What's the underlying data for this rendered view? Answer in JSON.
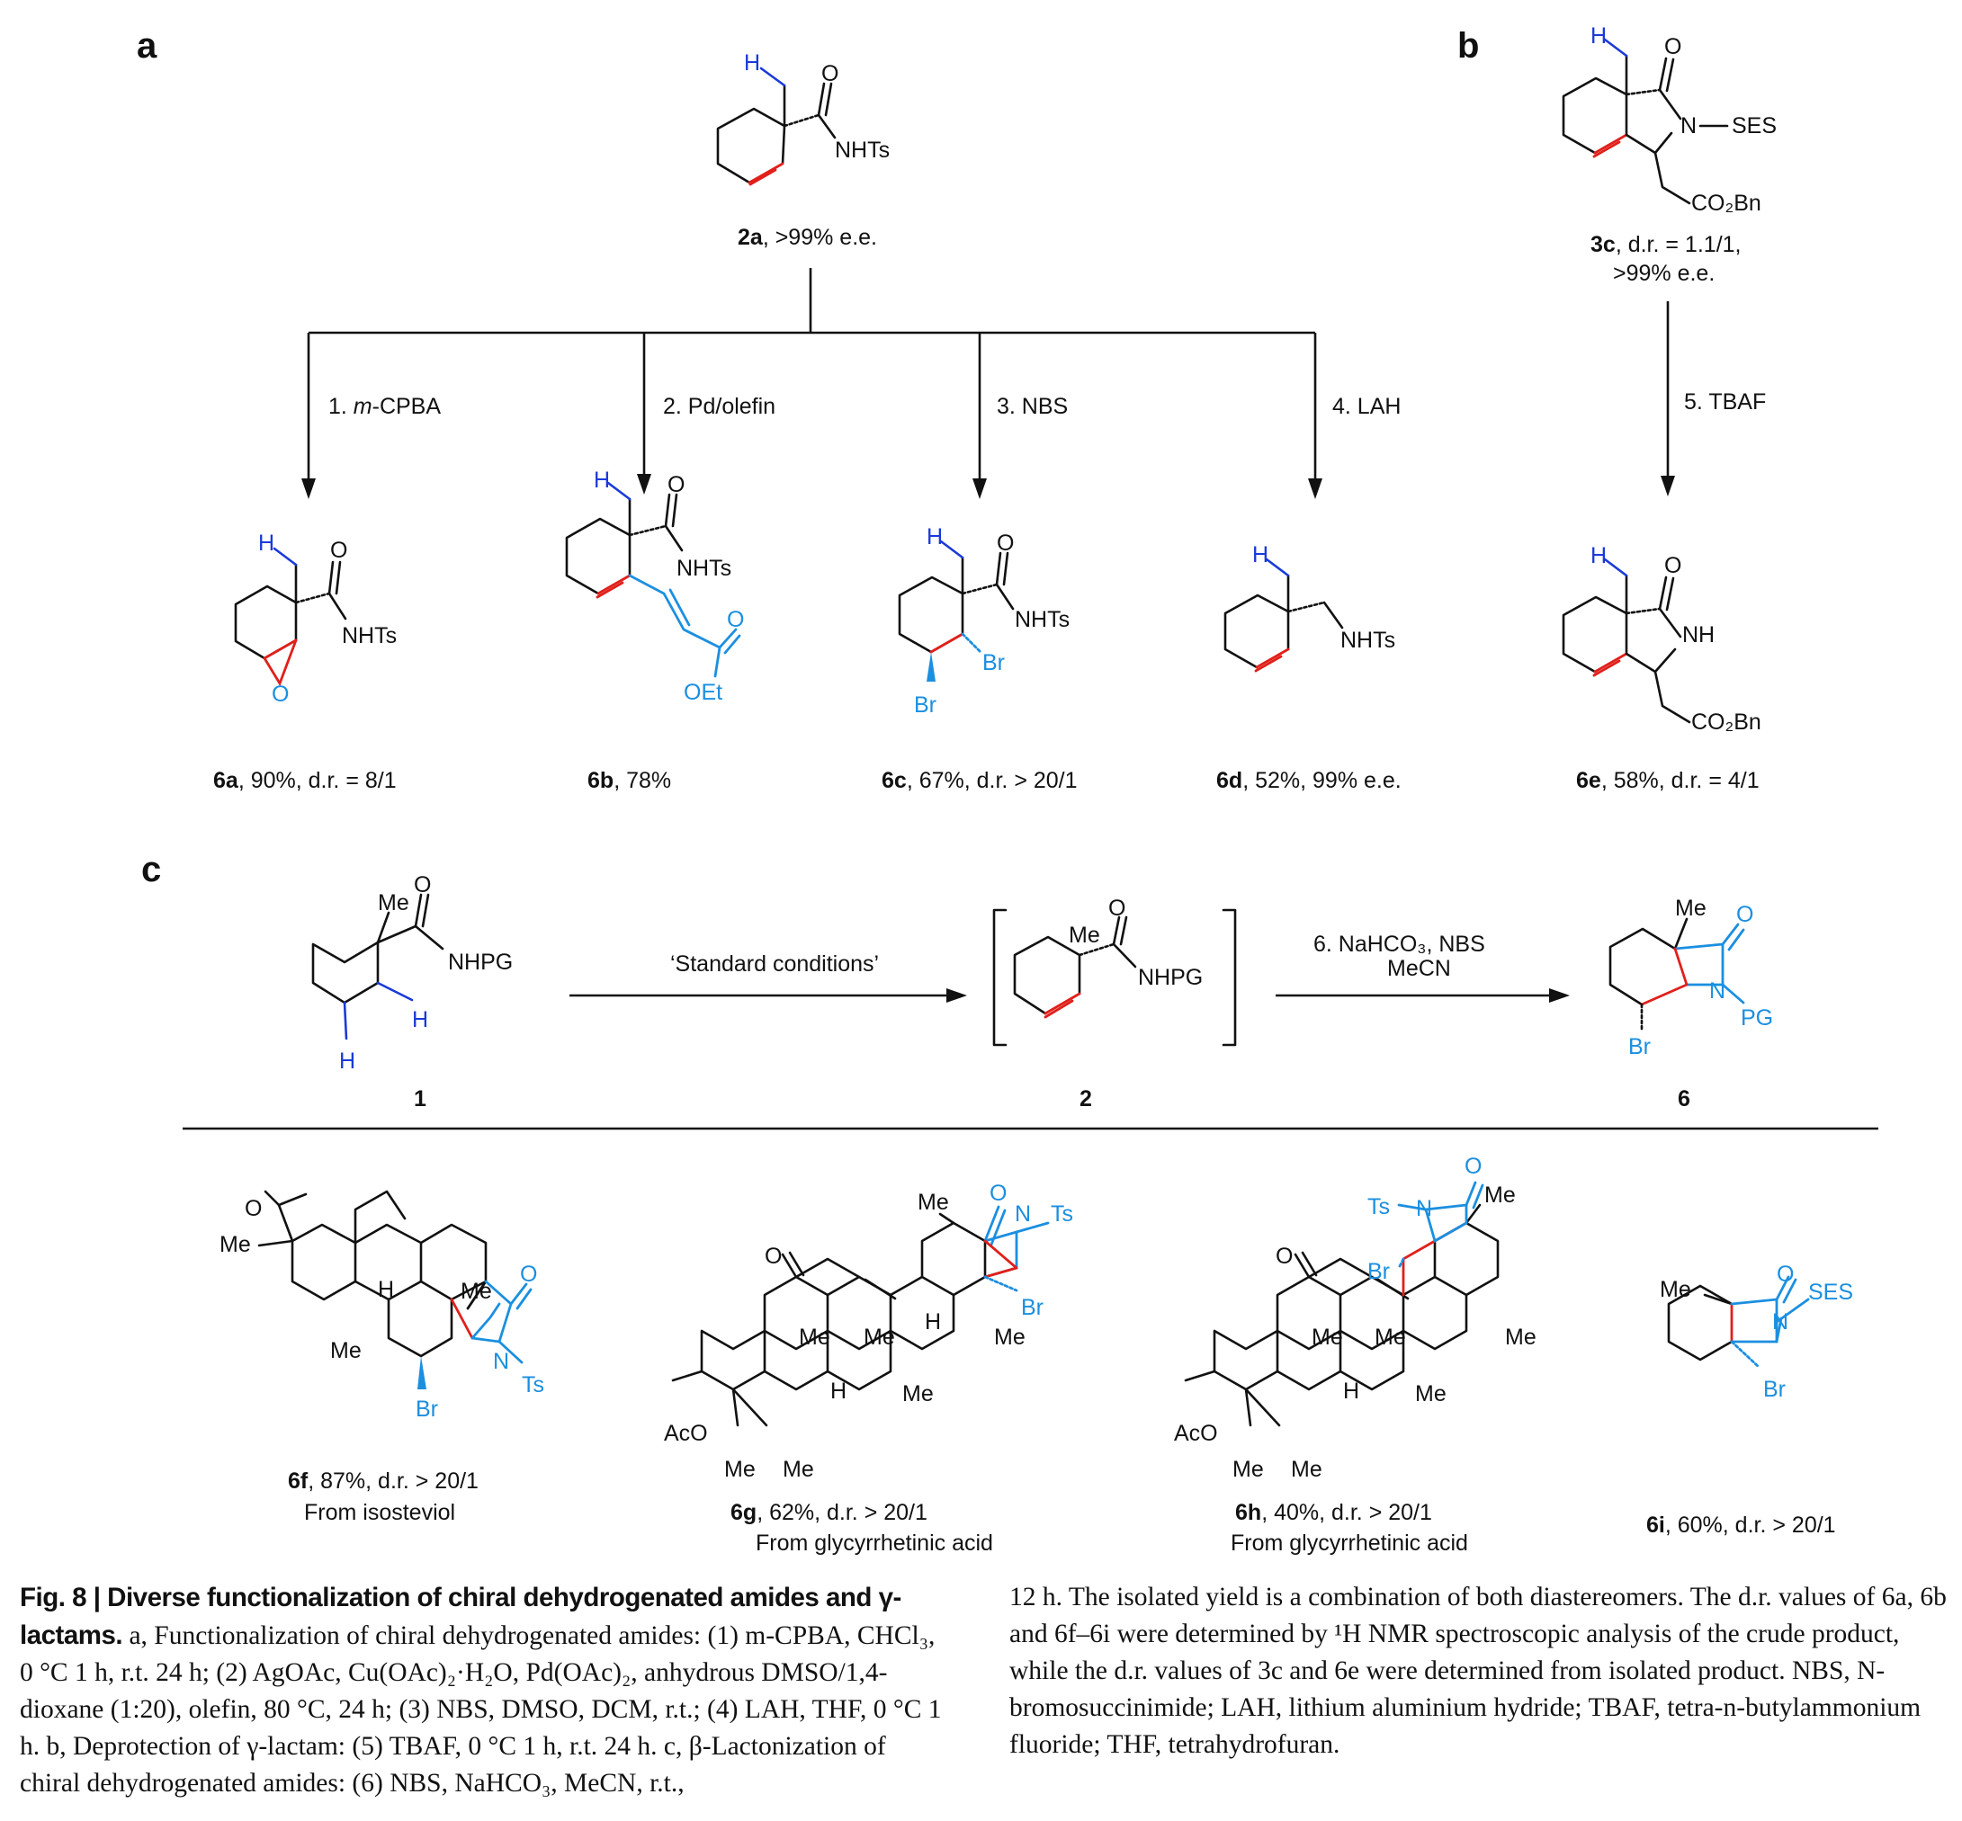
{
  "panels": {
    "a": "a",
    "b": "b",
    "c": "c"
  },
  "atoms": {
    "H": "H",
    "O": "O",
    "NHTs": "NHTs",
    "Br": "Br",
    "OEt": "OEt",
    "N": "N",
    "SES": "SES",
    "NH": "NH",
    "CO2Bn": "CO₂Bn",
    "Me": "Me",
    "NHPG": "NHPG",
    "PG": "PG",
    "Ts": "Ts",
    "AcO": "AcO"
  },
  "compounds": {
    "c2a": {
      "id": "2a",
      "desc": ", >99% e.e."
    },
    "c3c": {
      "id": "3c",
      "desc": ", d.r. = 1.1/1,",
      "desc2": ">99% e.e."
    },
    "c6a": {
      "id": "6a",
      "desc": ", 90%, d.r. = 8/1"
    },
    "c6b": {
      "id": "6b",
      "desc": ", 78%"
    },
    "c6c": {
      "id": "6c",
      "desc": ", 67%, d.r. > 20/1"
    },
    "c6d": {
      "id": "6d",
      "desc": ", 52%, 99% e.e."
    },
    "c6e": {
      "id": "6e",
      "desc": ", 58%, d.r. = 4/1"
    },
    "c1": {
      "id": "1"
    },
    "c2": {
      "id": "2"
    },
    "c6": {
      "id": "6"
    },
    "c6f": {
      "id": "6f",
      "desc": ", 87%, d.r. > 20/1",
      "source": "From isosteviol"
    },
    "c6g": {
      "id": "6g",
      "desc": ", 62%, d.r. > 20/1",
      "source": "From glycyrrhetinic acid"
    },
    "c6h": {
      "id": "6h",
      "desc": ", 40%, d.r. > 20/1",
      "source": "From glycyrrhetinic acid"
    },
    "c6i": {
      "id": "6i",
      "desc": ", 60%, d.r. > 20/1"
    }
  },
  "conditions": {
    "step1_num": "1. ",
    "step1_reagent": "m",
    "step1_rest": "-CPBA",
    "step2": "2. Pd/olefin",
    "step3": "3. NBS",
    "step4": "4. LAH",
    "step5": "5. TBAF",
    "standard": "‘Standard conditions’",
    "step6_line1": "6. NaHCO₃, NBS",
    "step6_line2": "MeCN"
  },
  "caption": {
    "fig_label": "Fig. 8 | Diverse functionalization of chiral dehydrogenated amides and γ-lactams.",
    "left_body": " a, Functionalization of chiral dehydrogenated amides: (1) m-CPBA, CHCl₃, 0 °C 1 h, r.t. 24 h; (2) AgOAc, Cu(OAc)₂·H₂O, Pd(OAc)₂, anhydrous DMSO/1,4-dioxane (1:20), olefin, 80 °C, 24 h; (3) NBS, DMSO, DCM, r.t.; (4) LAH, THF, 0 °C 1 h. b, Deprotection of γ-lactam: (5) TBAF, 0 °C 1 h, r.t. 24 h. c, β-Lactonization of chiral dehydrogenated amides: (6) NBS, NaHCO₃, MeCN, r.t.,",
    "right_body": "12 h. The isolated yield is a combination of both diastereomers. The d.r. values of 6a, 6b and 6f–6i were determined by ¹H NMR spectroscopic analysis of the crude product, while the d.r. values of 3c and 6e were determined from isolated product. NBS, N-bromosuccinimide; LAH, lithium aluminium hydride; TBAF, tetra-n-butylammonium fluoride; THF, tetrahydrofuran."
  }
}
